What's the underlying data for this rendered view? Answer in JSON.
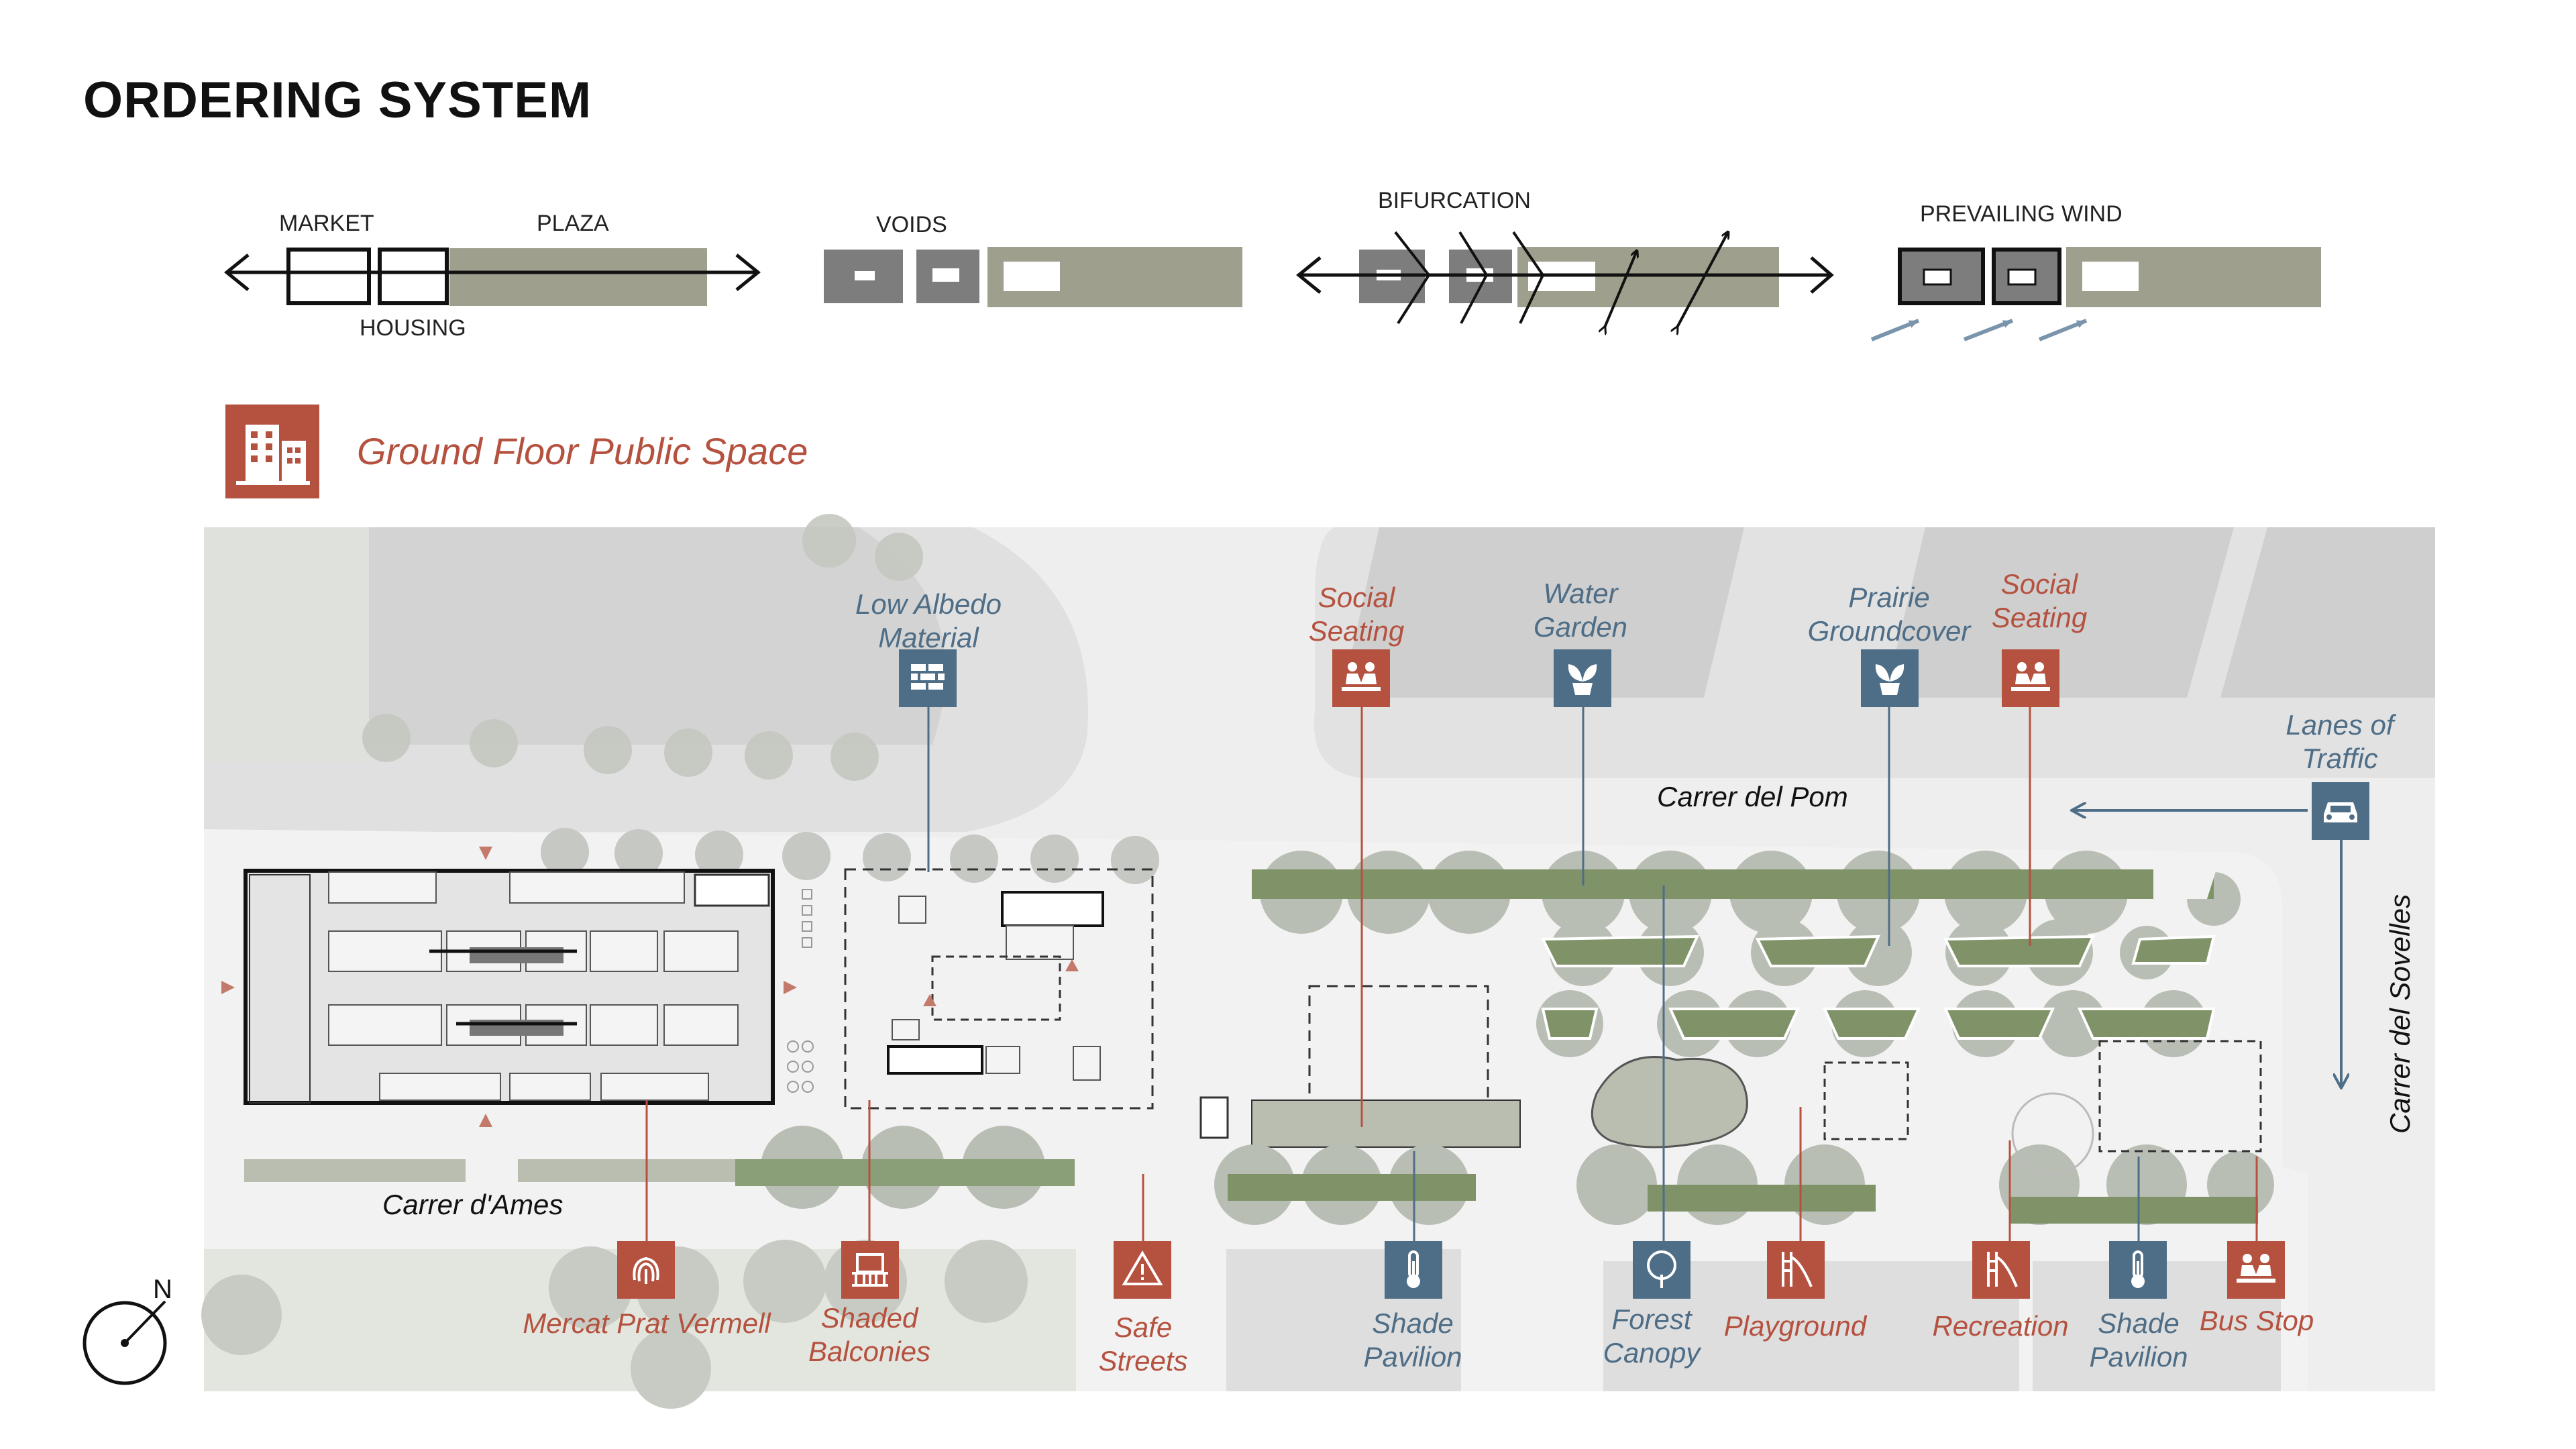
{
  "page": {
    "title": "ORDERING SYSTEM"
  },
  "diagrams": {
    "market": "MARKET",
    "plaza": "PLAZA",
    "housing": "HOUSING",
    "voids": "VOIDS",
    "bifurcation": "BIFURCATION",
    "prevailing_wind": "PREVAILING WIND"
  },
  "section": {
    "title": "Ground Floor Public Space"
  },
  "streets": {
    "pom": "Carrer del Pom",
    "ames": "Carrer d'Ames",
    "sovelles": "Carrer del Sovelles"
  },
  "callouts_top": [
    {
      "label": "Low Albedo\nMaterial",
      "icon": "brick-wall-icon",
      "color": "blue"
    },
    {
      "label": "Social\nSeating",
      "icon": "bench-people-icon",
      "color": "red"
    },
    {
      "label": "Water\nGarden",
      "icon": "plant-icon",
      "color": "blue"
    },
    {
      "label": "Prairie\nGroundcover",
      "icon": "plant-icon",
      "color": "blue"
    },
    {
      "label": "Social\nSeating",
      "icon": "bench-people-icon",
      "color": "red"
    },
    {
      "label": "Lanes of\nTraffic",
      "icon": "car-icon",
      "color": "blue"
    }
  ],
  "callouts_bottom": [
    {
      "label": "Mercat Prat Vermell",
      "icon": "fingerprint-icon",
      "color": "red"
    },
    {
      "label": "Shaded\nBalconies",
      "icon": "balcony-icon",
      "color": "red"
    },
    {
      "label": "Safe\nStreets",
      "icon": "warning-icon",
      "color": "red"
    },
    {
      "label": "Shade\nPavilion",
      "icon": "thermometer-icon",
      "color": "blue"
    },
    {
      "label": "Forest\nCanopy",
      "icon": "tree-icon",
      "color": "blue"
    },
    {
      "label": "Playground",
      "icon": "slide-icon",
      "color": "red"
    },
    {
      "label": "Recreation",
      "icon": "slide-icon",
      "color": "red"
    },
    {
      "label": "Shade\nPavilion",
      "icon": "thermometer-icon",
      "color": "blue"
    },
    {
      "label": "Bus Stop",
      "icon": "bench-people-icon",
      "color": "red"
    }
  ],
  "compass": {
    "north": "N"
  },
  "colors": {
    "accent_red": "#b5513f",
    "accent_blue": "#4e6d86",
    "plaza_green": "#9ea08d",
    "tree_green": "#8a9e78"
  }
}
